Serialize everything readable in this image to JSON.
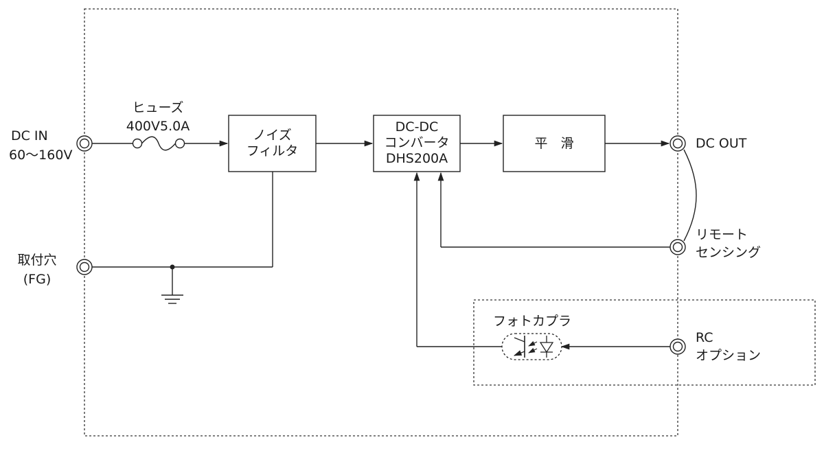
{
  "terminals": {
    "dc_in": {
      "line1": "DC IN",
      "line2": "60〜160V"
    },
    "mount_hole": {
      "line1": "取付穴",
      "line2": "(FG)"
    },
    "dc_out": {
      "label": "DC OUT"
    },
    "remote_sensing": {
      "line1": "リモート",
      "line2": "センシング"
    },
    "rc_option": {
      "line1": "RC",
      "line2": "オプション"
    }
  },
  "fuse": {
    "line1": "ヒューズ",
    "line2": "400V5.0A"
  },
  "blocks": {
    "noise_filter": {
      "line1": "ノイズ",
      "line2": "フィルタ"
    },
    "converter": {
      "line1": "DC-DC",
      "line2": "コンバータ",
      "line3": "DHS200A"
    },
    "smoothing": {
      "label": "平　滑"
    }
  },
  "photocoupler": {
    "label": "フォトカプラ"
  }
}
